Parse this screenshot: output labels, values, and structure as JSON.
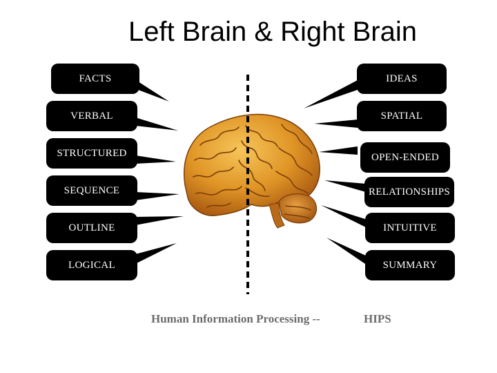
{
  "title": "Left Brain & Right Brain",
  "left_traits": [
    "FACTS",
    "VERBAL",
    "STRUCTURED",
    "SEQUENCE",
    "OUTLINE",
    "LOGICAL"
  ],
  "right_traits": [
    "IDEAS",
    "SPATIAL",
    "OPEN-ENDED",
    "RELATIONSHIPS",
    "INTUITIVE",
    "SUMMARY"
  ],
  "footer": {
    "text": "Human Information Processing --",
    "acronym": "HIPS"
  },
  "colors": {
    "box_background": "#000000",
    "box_text": "#ffffff",
    "divider": "#000000",
    "footer_text": "#6b6b6b",
    "brain_light": "#f2b33c",
    "brain_mid": "#d9891f",
    "brain_dark": "#7a3e08"
  }
}
